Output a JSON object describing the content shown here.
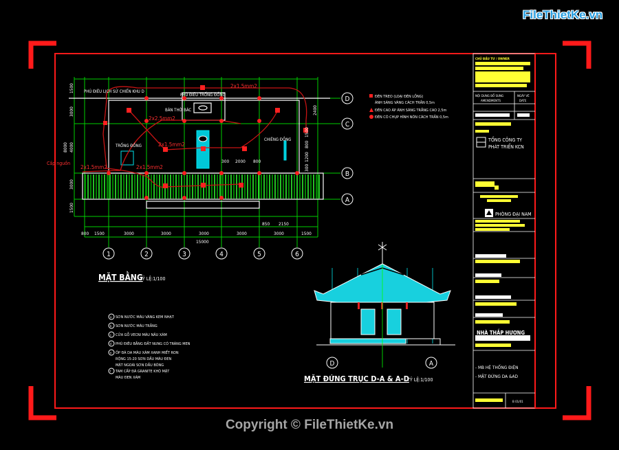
{
  "logo": "FileThietKe.vn",
  "watermark": "Copyright © FileThietKe.vn",
  "colors": {
    "frame": "#ff1a1a",
    "grid": "#00ff00",
    "wall": "#ffffff",
    "cyan": "#00e5ee",
    "wire": "#c81414",
    "yellow": "#ffff33"
  },
  "plan": {
    "title": "MẶT BẰNG",
    "scale": "TỶ LỆ:1/100",
    "labels": {
      "relief_history": "PHÙ ĐIÊU LỊCH SỬ CHIẾN KHU D",
      "relief_drum": "PHÙ ĐIÊU TRỐNG ĐỒNG",
      "altar": "BÀN THỜ BÁC",
      "drum": "TRỐNG ĐỒNG",
      "gong": "CHIÊNG ĐỒNG",
      "power": "Cấp nguồn"
    },
    "wires": [
      "2x1.5mm2",
      "2x2.5mm2",
      "2x1.5mm2",
      "2x1.5mm2",
      "2x1.5mm2"
    ],
    "dims_bottom": [
      "800",
      "1500",
      "3000",
      "3000",
      "3000",
      "3000",
      "3000",
      "1500"
    ],
    "dims_total": "15000",
    "dims_left": [
      "1500",
      "3000",
      "8000",
      "4000",
      "3000",
      "1500"
    ],
    "dims_right": [
      "2400",
      "1500",
      "800",
      "1200",
      "300"
    ],
    "dims_inner": [
      "300",
      "2000",
      "800",
      "850",
      "2150"
    ],
    "axes_x": [
      "1",
      "2",
      "3",
      "4",
      "5",
      "6"
    ],
    "axes_y": [
      "D",
      "C",
      "B",
      "A"
    ]
  },
  "legend": [
    "ĐÈN TREO (LOẠI ĐÈN LỒNG)",
    "ÁNH SÁNG VÀNG CÁCH TRẦN 0,5m",
    "ĐÈN CAO ÁP ÁNH SÁNG TRẮNG CAO 2,5m",
    "ĐÈN CÓ CHỤP HÌNH NÓN CÁCH TRẦN 0,5m"
  ],
  "notes": [
    {
      "mark": "a",
      "lines": [
        "SƠN NƯỚC MÀU VÀNG KEM NHẠT"
      ]
    },
    {
      "mark": "b",
      "lines": [
        "SƠN NƯỚC MÀU TRẮNG"
      ]
    },
    {
      "mark": "c",
      "lines": [
        "CỬA GỖ VECNI MÀU NÂU XÁM"
      ]
    },
    {
      "mark": "d",
      "lines": [
        "PHÙ ĐIÊU BẰNG ĐẤT NUNG CÓ TRÁNG MEN"
      ]
    },
    {
      "mark": "e",
      "lines": [
        "ỐP ĐÁ DA MÀU XÁM XANH MIẾT RON",
        "RỘNG 15-20 SƠN DẦU MÀU ĐEN",
        "MẶT NGOÀI SƠN DẦU BÓNG"
      ]
    },
    {
      "mark": "f",
      "lines": [
        "TAM CẤP ĐÁ GRANITE KHÒ MẶT",
        "MÀU ĐEN XÁM"
      ]
    }
  ],
  "elevation": {
    "title": "MẶT ĐỨNG TRỤC D-A & A-D",
    "scale": "TỶ LỆ:1/100",
    "axes": [
      "D",
      "A"
    ]
  },
  "title_block": {
    "owner": "CHỦ ĐẦU TƯ / OWNER",
    "amend": "NỘI DUNG BỔ SUNG",
    "amend_en": "AMENDMENTS",
    "date": "NGÀY VẼ",
    "date_en": "DATE",
    "company1": "TỔNG CÔNG TY",
    "company2": "PHÁT TRIỂN KCN",
    "dept": "PHÒNG ĐẠI NAM",
    "project": "NHÀ THẮP HƯƠNG",
    "drawing1": "- MB HỆ THỐNG ĐIỆN",
    "drawing2": "- MẶT ĐỨNG DA &AD",
    "sheet": "B 01/01"
  }
}
